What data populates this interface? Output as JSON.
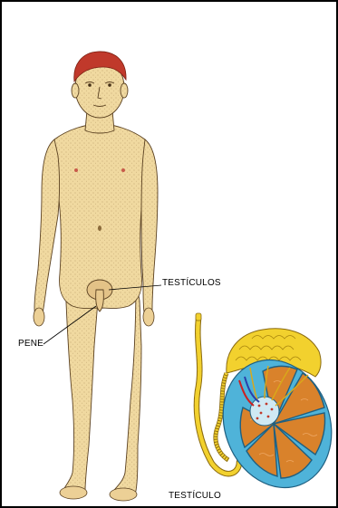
{
  "labels": {
    "testiculos": "TESTÍCULOS",
    "pene": "PENE",
    "testiculo": "TESTÍCULO"
  },
  "colors": {
    "skin": "#f0d9a0",
    "skin_shade": "#d9b977",
    "hair": "#c0392b",
    "duct": "#f2d12e",
    "testis_blue": "#4fb3d9",
    "lobule_orange": "#d9822b",
    "vessel_red": "#cc2020",
    "vessel_blue": "#2a3fa8"
  }
}
